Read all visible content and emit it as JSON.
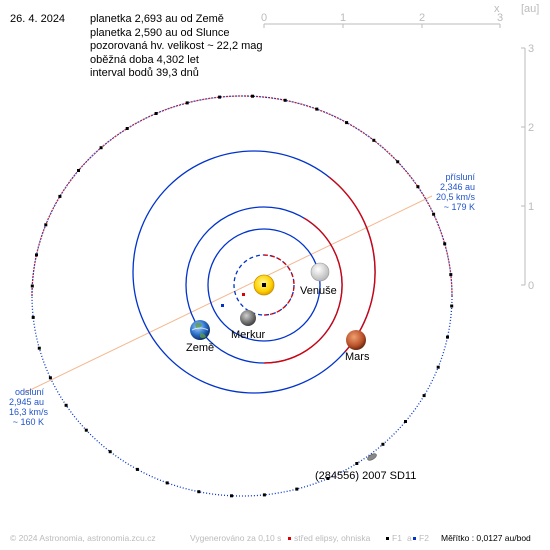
{
  "header": {
    "date": "26. 4. 2024",
    "lines": [
      "planetka 2,693 au od Země",
      "planetka 2,590 au od Slunce",
      "pozorovaná hv. velikost ~ 22,2 mag",
      "oběžná doba 4,302 let",
      "interval bodů 39,3 dnů"
    ],
    "close": "x",
    "unit": "[au]"
  },
  "top_scale": [
    "0",
    "1",
    "2",
    "3"
  ],
  "side_scale": [
    "3",
    "2",
    "1",
    "0"
  ],
  "perihelion": {
    "title": "přísluní",
    "dist": "2,346 au",
    "speed": "20,5 km/s",
    "temp": "~ 179 K"
  },
  "aphelion": {
    "title": "odsluní",
    "dist": "2,945 au",
    "speed": "16,3 km/s",
    "temp": "~ 160 K"
  },
  "bodies": {
    "venus": "Venuše",
    "mercury": "Merkur",
    "earth": "Země",
    "mars": "Mars",
    "asteroid": "(284556) 2007 SD11"
  },
  "footer": {
    "copyright": "© 2024 Astronomia, astronomia.zcu.cz",
    "generated": "Vygenerováno za 0,10 s",
    "center_legend": "střed elipsy, ohniska",
    "f1": "F1",
    "a": "a",
    "f2": "F2",
    "scale": "Měřítko : 0,0127 au/bod"
  },
  "colors": {
    "inner_orbit_red": "#dd0000",
    "orbit_blue": "#0033cc",
    "axis_line": "#f4b890",
    "label_blue": "#2255cc",
    "scale_gray": "#bbbbbb"
  },
  "icons": [
    "sun-icon",
    "venus-icon",
    "mercury-icon",
    "earth-icon",
    "mars-icon",
    "asteroid-icon",
    "close-icon"
  ]
}
